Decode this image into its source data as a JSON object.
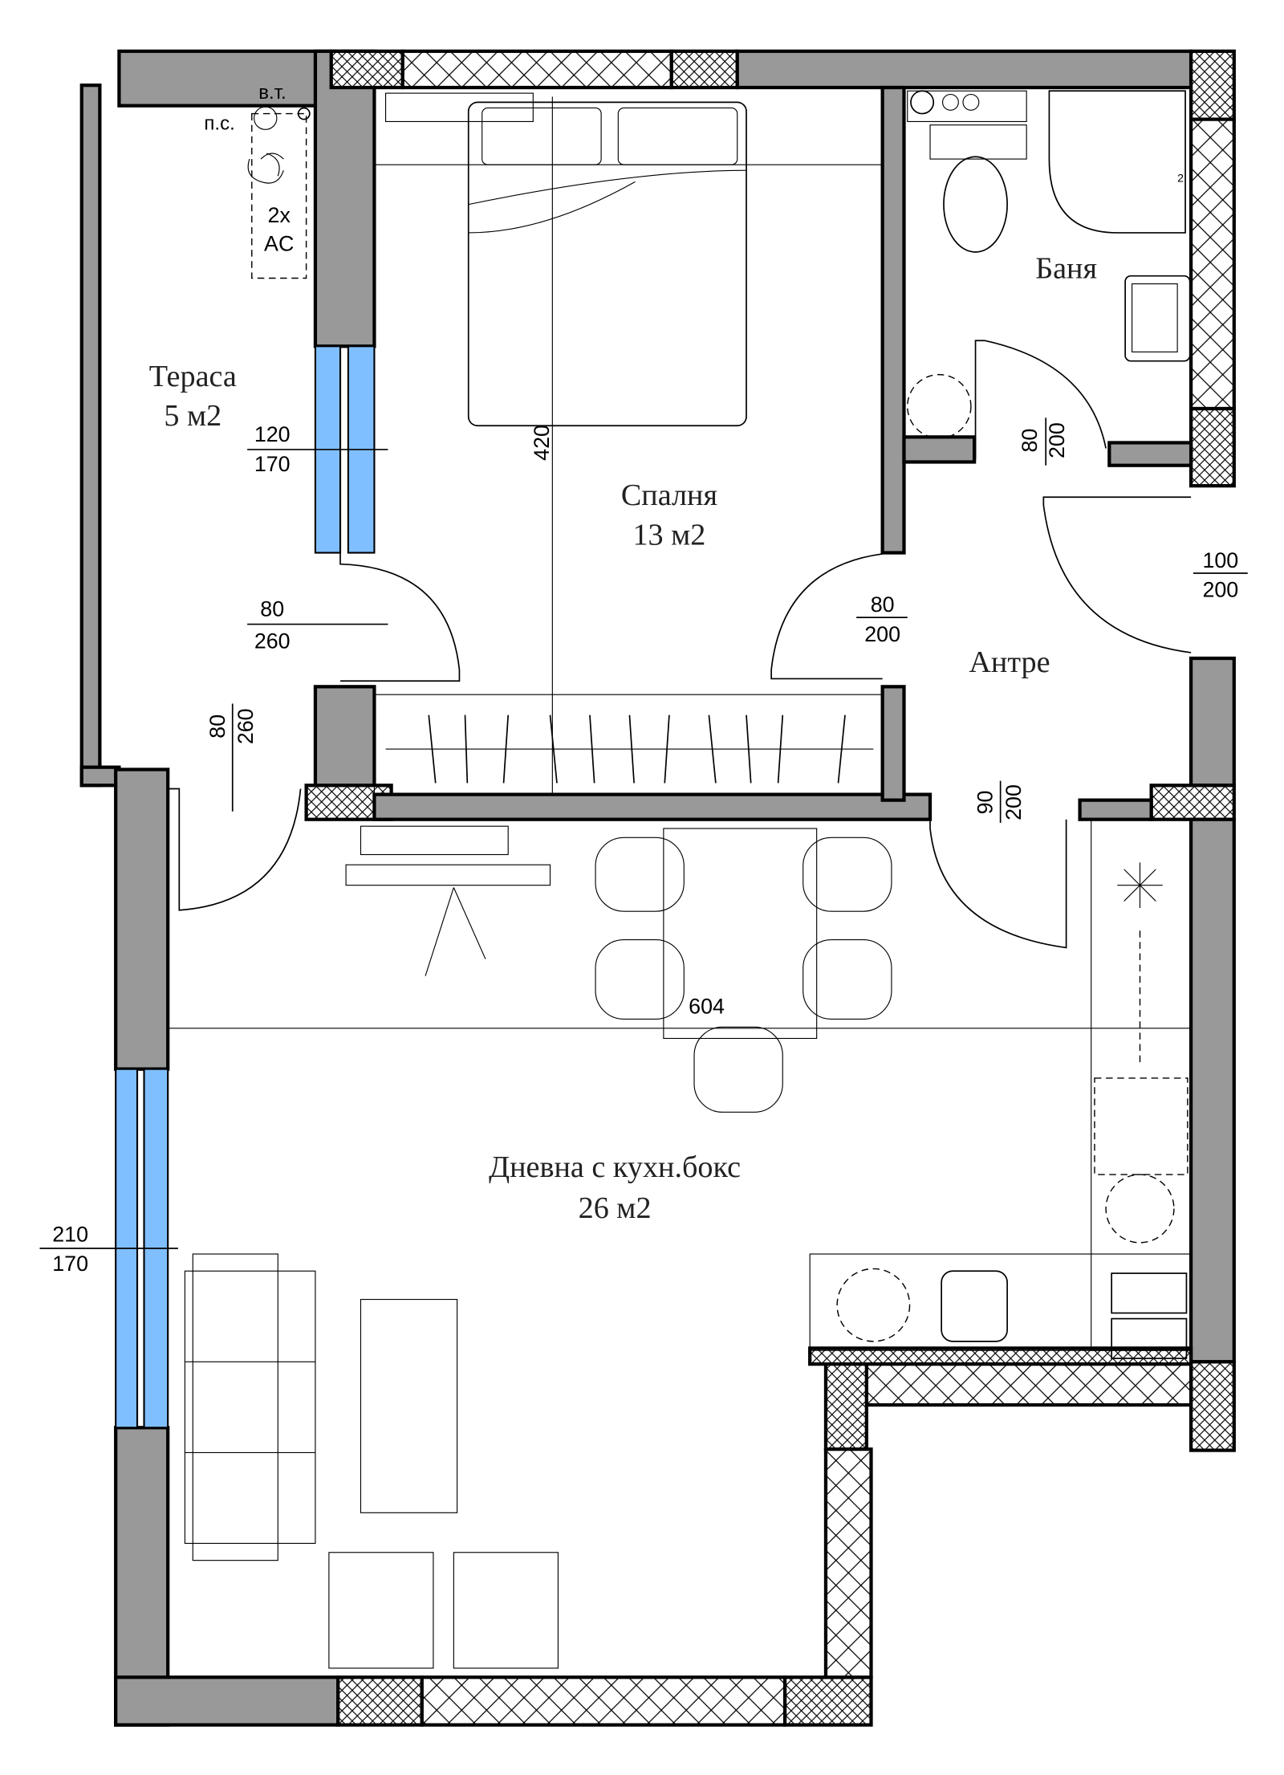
{
  "rooms": {
    "terrace": {
      "name": "Тераса",
      "area": "5 м2"
    },
    "bedroom": {
      "name": "Спалня",
      "area": "13 м2"
    },
    "bathroom": {
      "name": "Баня"
    },
    "hall": {
      "name": "Антре"
    },
    "living": {
      "name": "Дневна с кухн.бокс",
      "area": "26 м2"
    }
  },
  "labels": {
    "vt": "в.т.",
    "ps": "п.с.",
    "ac_count": "2x",
    "ac": "AC",
    "shower_mark": "2"
  },
  "dimensions": {
    "terrace_window": {
      "w": "120",
      "h": "170"
    },
    "terrace_door": {
      "w": "80",
      "h": "260"
    },
    "terrace_door2": {
      "w": "80",
      "h": "260"
    },
    "bedroom_length": "420",
    "bedroom_door": {
      "w": "80",
      "h": "200"
    },
    "bath_door": {
      "w": "80",
      "h": "200"
    },
    "entrance_door": {
      "w": "100",
      "h": "200"
    },
    "living_door": {
      "w": "90",
      "h": "200"
    },
    "living_length": "604",
    "living_window": {
      "w": "210",
      "h": "170"
    }
  },
  "colors": {
    "wall": "#999999",
    "window": "#80bfff"
  }
}
